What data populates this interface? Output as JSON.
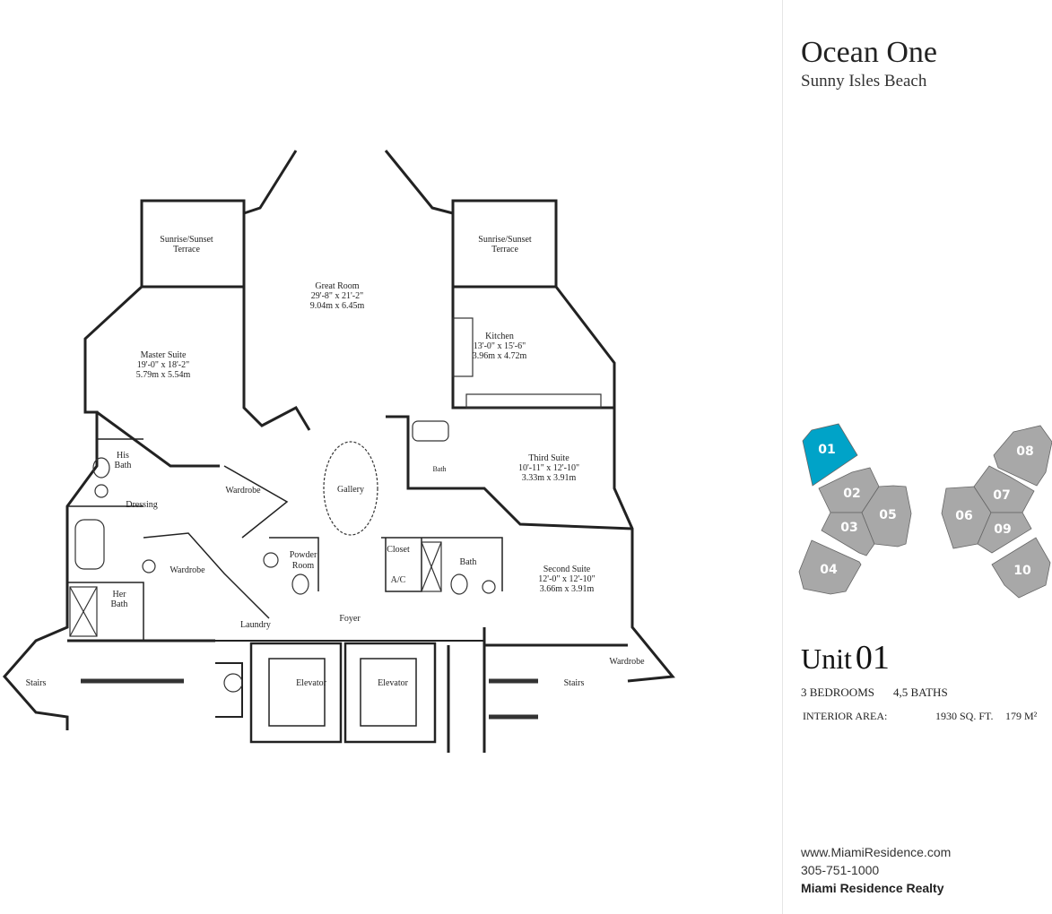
{
  "header": {
    "title": "Ocean One",
    "subtitle": "Sunny Isles Beach"
  },
  "floor_plan": {
    "rooms": {
      "terrace_left": [
        "Sunrise/Sunset",
        "Terrace"
      ],
      "terrace_right": [
        "Sunrise/Sunset",
        "Terrace"
      ],
      "great_room": [
        "Great Room",
        "29'-8\" x 21'-2\"",
        "9.04m x 6.45m"
      ],
      "master_suite": [
        "Master Suite",
        "19'-0\" x 18'-2\"",
        "5.79m x 5.54m"
      ],
      "kitchen": [
        "Kitchen",
        "13'-0\" x 15'-6\"",
        "3.96m x 4.72m"
      ],
      "third_suite": [
        "Third Suite",
        "10'-11\" x 12'-10\"",
        "3.33m x 3.91m"
      ],
      "second_suite": [
        "Second Suite",
        "12'-0\" x 12'-10\"",
        "3.66m x 3.91m"
      ],
      "gallery": "Gallery",
      "his_bath": [
        "His",
        "Bath"
      ],
      "her_bath": [
        "Her",
        "Bath"
      ],
      "dressing": "Dressing",
      "wardrobe_1": "Wardrobe",
      "wardrobe_2": "Wardrobe",
      "wardrobe_3": "Wardrobe",
      "powder_room": [
        "Powder",
        "Room"
      ],
      "closet": "Closet",
      "ac": "A/C",
      "bath": "Bath",
      "bath_small": "Bath",
      "laundry": "Laundry",
      "foyer": "Foyer",
      "stairs_left": "Stairs",
      "stairs_right": "Stairs",
      "elevator_1": "Elevator",
      "elevator_2": "Elevator"
    }
  },
  "keymap": {
    "selected": "01",
    "selected_color": "#00a3c8",
    "other_color": "#a8a8a8",
    "units": [
      "01",
      "02",
      "03",
      "04",
      "05",
      "06",
      "07",
      "08",
      "09",
      "10"
    ]
  },
  "unit": {
    "word": "Unit",
    "number": "01"
  },
  "specs": {
    "bedrooms": "3 BEDROOMS",
    "baths": "4,5 BATHS",
    "area_label": "INTERIOR AREA:",
    "area_sqft": "1930 SQ. FT.",
    "area_m2": "179 M²"
  },
  "footer": {
    "website": "www.MiamiResidence.com",
    "phone": "305-751-1000",
    "company": "Miami Residence Realty"
  }
}
